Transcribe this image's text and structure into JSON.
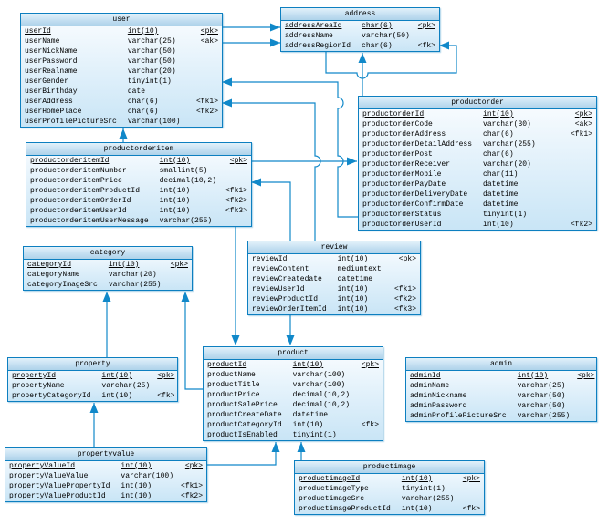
{
  "diagram": {
    "colors": {
      "line": "#1088c9",
      "table_border": "#0d7fc0"
    },
    "tables": [
      {
        "id": "user",
        "title": "user",
        "columns": [
          {
            "name": "userId",
            "type": "int(10)",
            "key": "<pk>",
            "pk": true
          },
          {
            "name": "userName",
            "type": "varchar(25)",
            "key": "<ak>",
            "pk": false
          },
          {
            "name": "userNickName",
            "type": "varchar(50)",
            "key": "",
            "pk": false
          },
          {
            "name": "userPassword",
            "type": "varchar(50)",
            "key": "",
            "pk": false
          },
          {
            "name": "userRealname",
            "type": "varchar(20)",
            "key": "",
            "pk": false
          },
          {
            "name": "userGender",
            "type": "tinyint(1)",
            "key": "",
            "pk": false
          },
          {
            "name": "userBirthday",
            "type": "date",
            "key": "",
            "pk": false
          },
          {
            "name": "userAddress",
            "type": "char(6)",
            "key": "<fk1>",
            "pk": false
          },
          {
            "name": "userHomePlace",
            "type": "char(6)",
            "key": "<fk2>",
            "pk": false
          },
          {
            "name": "userProfilePictureSrc",
            "type": "varchar(100)",
            "key": "",
            "pk": false
          }
        ]
      },
      {
        "id": "address",
        "title": "address",
        "columns": [
          {
            "name": "addressAreaId",
            "type": "char(6)",
            "key": "<pk>",
            "pk": true
          },
          {
            "name": "addressName",
            "type": "varchar(50)",
            "key": "",
            "pk": false
          },
          {
            "name": "addressRegionId",
            "type": "char(6)",
            "key": "<fk>",
            "pk": false
          }
        ]
      },
      {
        "id": "productorder",
        "title": "productorder",
        "columns": [
          {
            "name": "productorderId",
            "type": "int(10)",
            "key": "<pk>",
            "pk": true
          },
          {
            "name": "productorderCode",
            "type": "varchar(30)",
            "key": "<ak>",
            "pk": false
          },
          {
            "name": "productorderAddress",
            "type": "char(6)",
            "key": "<fk1>",
            "pk": false
          },
          {
            "name": "productorderDetailAddress",
            "type": "varchar(255)",
            "key": "",
            "pk": false
          },
          {
            "name": "productorderPost",
            "type": "char(6)",
            "key": "",
            "pk": false
          },
          {
            "name": "productorderReceiver",
            "type": "varchar(20)",
            "key": "",
            "pk": false
          },
          {
            "name": "productorderMobile",
            "type": "char(11)",
            "key": "",
            "pk": false
          },
          {
            "name": "productorderPayDate",
            "type": "datetime",
            "key": "",
            "pk": false
          },
          {
            "name": "productorderDeliveryDate",
            "type": "datetime",
            "key": "",
            "pk": false
          },
          {
            "name": "productorderConfirmDate",
            "type": "datetime",
            "key": "",
            "pk": false
          },
          {
            "name": "productorderStatus",
            "type": "tinyint(1)",
            "key": "",
            "pk": false
          },
          {
            "name": "productorderUserId",
            "type": "int(10)",
            "key": "<fk2>",
            "pk": false
          }
        ]
      },
      {
        "id": "productorderitem",
        "title": "productorderitem",
        "columns": [
          {
            "name": "productorderitemId",
            "type": "int(10)",
            "key": "<pk>",
            "pk": true
          },
          {
            "name": "productorderitemNumber",
            "type": "smallint(5)",
            "key": "",
            "pk": false
          },
          {
            "name": "productorderitemPrice",
            "type": "decimal(10,2)",
            "key": "",
            "pk": false
          },
          {
            "name": "productorderitemProductId",
            "type": "int(10)",
            "key": "<fk1>",
            "pk": false
          },
          {
            "name": "productorderitemOrderId",
            "type": "int(10)",
            "key": "<fk2>",
            "pk": false
          },
          {
            "name": "productorderitemUserId",
            "type": "int(10)",
            "key": "<fk3>",
            "pk": false
          },
          {
            "name": "productorderitemUserMessage",
            "type": "varchar(255)",
            "key": "",
            "pk": false
          }
        ]
      },
      {
        "id": "category",
        "title": "category",
        "columns": [
          {
            "name": "categoryId",
            "type": "int(10)",
            "key": "<pk>",
            "pk": true
          },
          {
            "name": "categoryName",
            "type": "varchar(20)",
            "key": "",
            "pk": false
          },
          {
            "name": "categoryImageSrc",
            "type": "varchar(255)",
            "key": "",
            "pk": false
          }
        ]
      },
      {
        "id": "review",
        "title": "review",
        "columns": [
          {
            "name": "reviewId",
            "type": "int(10)",
            "key": "<pk>",
            "pk": true
          },
          {
            "name": "reviewContent",
            "type": "mediumtext",
            "key": "",
            "pk": false
          },
          {
            "name": "reviewCreatedate",
            "type": "datetime",
            "key": "",
            "pk": false
          },
          {
            "name": "reviewUserId",
            "type": "int(10)",
            "key": "<fk1>",
            "pk": false
          },
          {
            "name": "reviewProductId",
            "type": "int(10)",
            "key": "<fk2>",
            "pk": false
          },
          {
            "name": "reviewOrderItemId",
            "type": "int(10)",
            "key": "<fk3>",
            "pk": false
          }
        ]
      },
      {
        "id": "property",
        "title": "property",
        "columns": [
          {
            "name": "propertyId",
            "type": "int(10)",
            "key": "<pk>",
            "pk": true
          },
          {
            "name": "propertyName",
            "type": "varchar(25)",
            "key": "",
            "pk": false
          },
          {
            "name": "propertyCategoryId",
            "type": "int(10)",
            "key": "<fk>",
            "pk": false
          }
        ]
      },
      {
        "id": "product",
        "title": "product",
        "columns": [
          {
            "name": "productId",
            "type": "int(10)",
            "key": "<pk>",
            "pk": true
          },
          {
            "name": "productName",
            "type": "varchar(100)",
            "key": "",
            "pk": false
          },
          {
            "name": "productTitle",
            "type": "varchar(100)",
            "key": "",
            "pk": false
          },
          {
            "name": "productPrice",
            "type": "decimal(10,2)",
            "key": "",
            "pk": false
          },
          {
            "name": "productSalePrice",
            "type": "decimal(10,2)",
            "key": "",
            "pk": false
          },
          {
            "name": "productCreateDate",
            "type": "datetime",
            "key": "",
            "pk": false
          },
          {
            "name": "productCategoryId",
            "type": "int(10)",
            "key": "<fk>",
            "pk": false
          },
          {
            "name": "productIsEnabled",
            "type": "tinyint(1)",
            "key": "",
            "pk": false
          }
        ]
      },
      {
        "id": "admin",
        "title": "admin",
        "columns": [
          {
            "name": "adminId",
            "type": "int(10)",
            "key": "<pk>",
            "pk": true
          },
          {
            "name": "adminName",
            "type": "varchar(25)",
            "key": "",
            "pk": false
          },
          {
            "name": "adminNickname",
            "type": "varchar(50)",
            "key": "",
            "pk": false
          },
          {
            "name": "adminPassword",
            "type": "varchar(50)",
            "key": "",
            "pk": false
          },
          {
            "name": "adminProfilePictureSrc",
            "type": "varchar(255)",
            "key": "",
            "pk": false
          }
        ]
      },
      {
        "id": "propertyvalue",
        "title": "propertyvalue",
        "columns": [
          {
            "name": "propertyValueId",
            "type": "int(10)",
            "key": "<pk>",
            "pk": true
          },
          {
            "name": "propertyValueValue",
            "type": "varchar(100)",
            "key": "",
            "pk": false
          },
          {
            "name": "propertyValuePropertyId",
            "type": "int(10)",
            "key": "<fk1>",
            "pk": false
          },
          {
            "name": "propertyValueProductId",
            "type": "int(10)",
            "key": "<fk2>",
            "pk": false
          }
        ]
      },
      {
        "id": "productimage",
        "title": "productimage",
        "columns": [
          {
            "name": "productimageId",
            "type": "int(10)",
            "key": "<pk>",
            "pk": true
          },
          {
            "name": "productimageType",
            "type": "tinyint(1)",
            "key": "",
            "pk": false
          },
          {
            "name": "productimageSrc",
            "type": "varchar(255)",
            "key": "",
            "pk": false
          },
          {
            "name": "productimageProductId",
            "type": "int(10)",
            "key": "<fk>",
            "pk": false
          }
        ]
      }
    ],
    "relations": [
      {
        "id": "r1",
        "child": "user.userAddress",
        "parent": "address"
      },
      {
        "id": "r2",
        "child": "user.userHomePlace",
        "parent": "address"
      },
      {
        "id": "r3",
        "child": "address.addressRegionId",
        "parent": "address"
      },
      {
        "id": "r4",
        "child": "productorder.productorderAddress",
        "parent": "address"
      },
      {
        "id": "r5",
        "child": "productorder.productorderUserId",
        "parent": "user"
      },
      {
        "id": "r6",
        "child": "review.reviewUserId",
        "parent": "user"
      },
      {
        "id": "r7",
        "child": "productorderitem.productorderitemUserId",
        "parent": "user"
      },
      {
        "id": "r8",
        "child": "productorderitem.productorderitemOrderId",
        "parent": "productorder"
      },
      {
        "id": "r9",
        "child": "productorderitem.productorderitemProductId",
        "parent": "product"
      },
      {
        "id": "r10",
        "child": "review.reviewOrderItemId",
        "parent": "productorderitem"
      },
      {
        "id": "r11",
        "child": "review.reviewProductId",
        "parent": "product"
      },
      {
        "id": "r12",
        "child": "product.productCategoryId",
        "parent": "category"
      },
      {
        "id": "r13",
        "child": "property.propertyCategoryId",
        "parent": "category"
      },
      {
        "id": "r14",
        "child": "propertyvalue.propertyValuePropertyId",
        "parent": "property"
      },
      {
        "id": "r15",
        "child": "propertyvalue.propertyValueProductId",
        "parent": "product"
      },
      {
        "id": "r16",
        "child": "productimage.productimageProductId",
        "parent": "product"
      }
    ]
  }
}
